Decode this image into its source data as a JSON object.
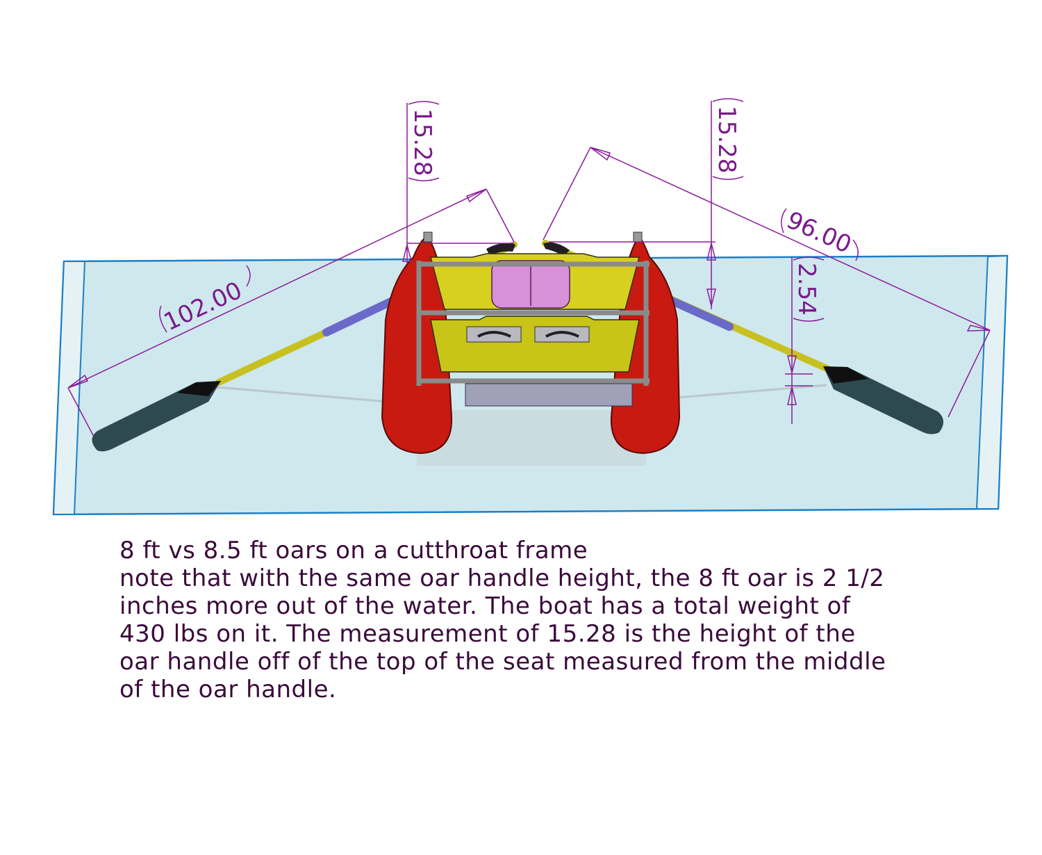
{
  "diagram": {
    "dimensions": {
      "left_oar_length": "102.00",
      "right_oar_length": "96.00",
      "left_handle_height": "15.28",
      "right_handle_height": "15.28",
      "height_difference": "2.54"
    },
    "colors": {
      "dimension": "#8b1a9a",
      "water": "#cde8ee",
      "water_edge": "#1a7fc8",
      "pontoon": "#c81a10",
      "frame_yellow": "#e8e020",
      "seat": "#d890d8",
      "oar_shaft": "#c8c020",
      "oar_sleeve": "#6a6ac8",
      "blade": "#2e4a50"
    }
  },
  "caption": {
    "lines": [
      "8 ft vs 8.5 ft oars on a cutthroat frame",
      "note that with the same oar handle height, the 8 ft oar is 2 1/2",
      "inches more out of the water.  The boat has a total weight of",
      "430 lbs on it.  The measurement of 15.28 is the height of the",
      "oar handle off of the top of the seat measured from the middle",
      "of the oar handle."
    ]
  }
}
